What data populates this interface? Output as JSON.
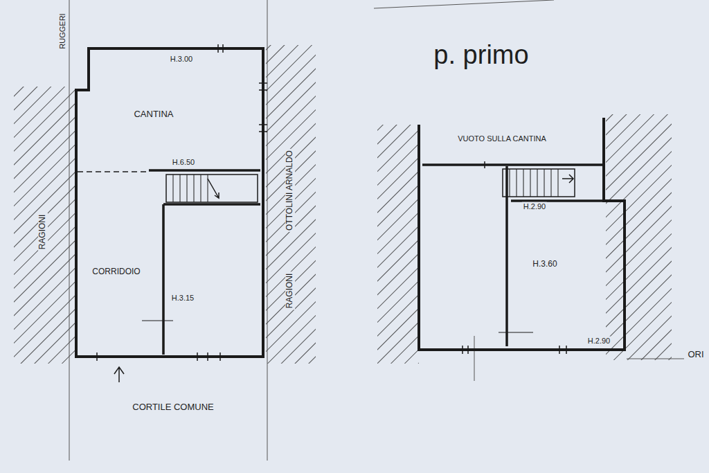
{
  "diagram": {
    "labels": [
      "RUGGERI",
      "H.3.00",
      "CANTINA",
      "H.6.50",
      "RAGIONI",
      "CORRIDOIO",
      "H.3.15",
      "OTTOLINI ARNALDO",
      "RAGIONI",
      "CORTILE COMUNE",
      "p. primo",
      "VUOTO SULLA CANTINA",
      "H.2.90",
      "H.3.60",
      "H.2.90",
      "ORI"
    ]
  }
}
